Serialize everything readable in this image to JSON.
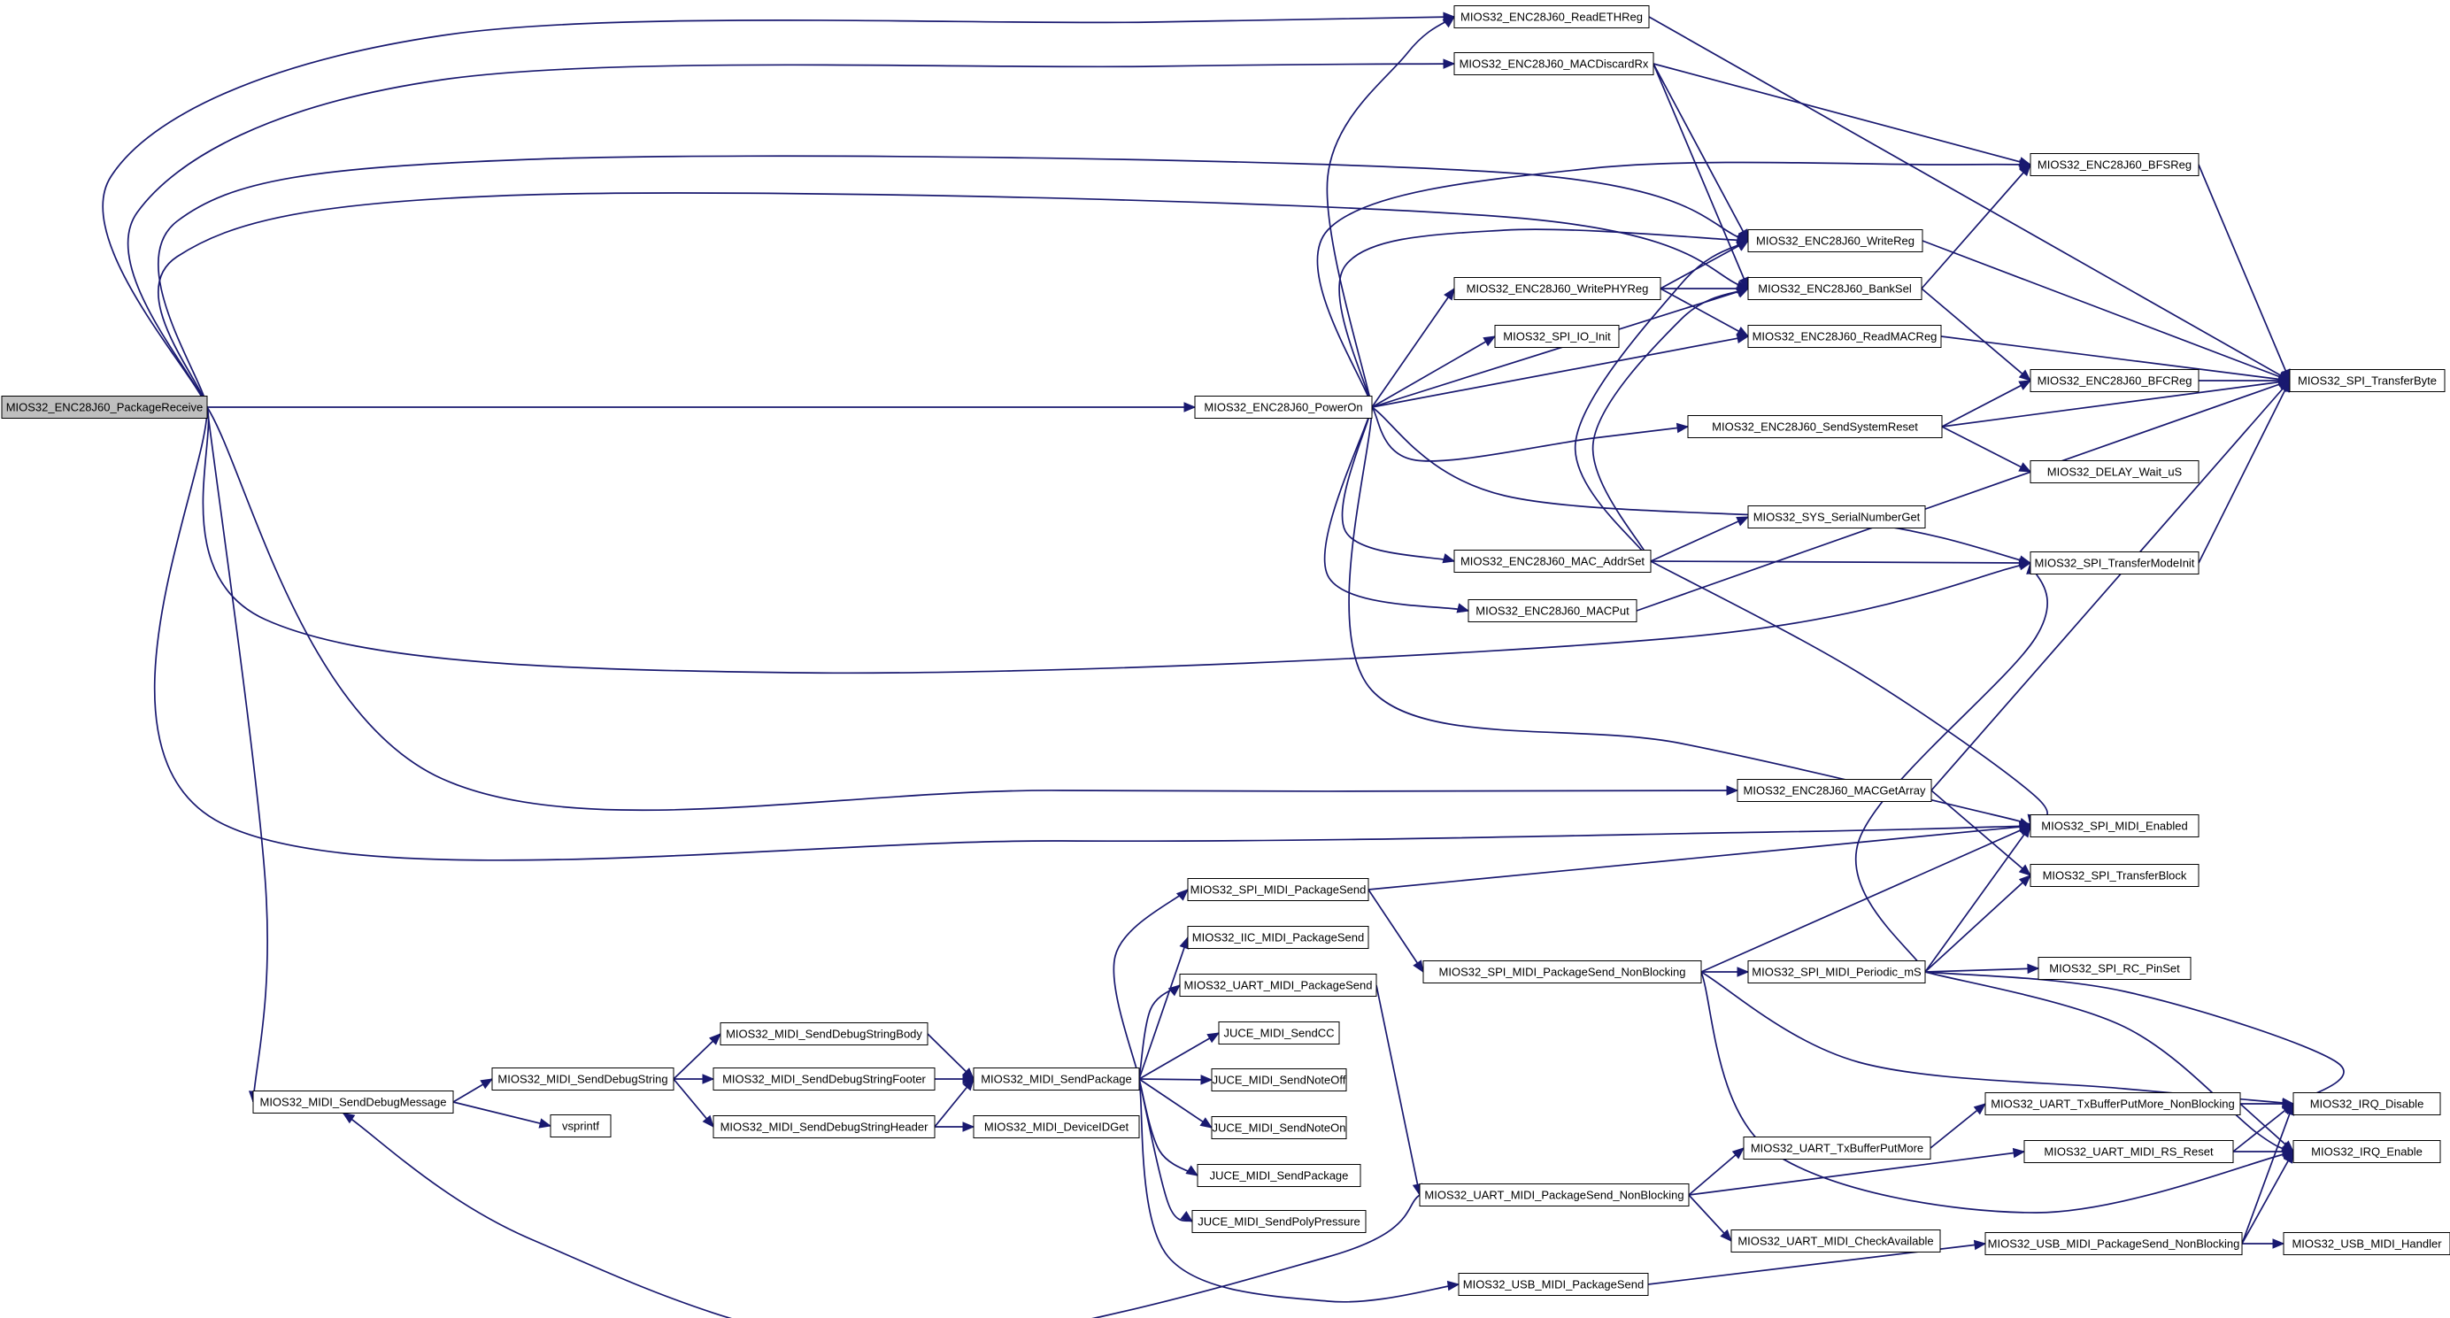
{
  "colors": {
    "edge": "#191970",
    "node_border": "#000000",
    "node_fill": "#ffffff",
    "root_fill": "#bfbfbf"
  },
  "root": "MIOS32_ENC28J60_PackageReceive",
  "nodes": [
    {
      "id": "pkgrecv",
      "label": "MIOS32_ENC28J60_PackageReceive",
      "root": true
    },
    {
      "id": "readeth",
      "label": "MIOS32_ENC28J60_ReadETHReg"
    },
    {
      "id": "discard",
      "label": "MIOS32_ENC28J60_MACDiscardRx"
    },
    {
      "id": "bfsreg",
      "label": "MIOS32_ENC28J60_BFSReg"
    },
    {
      "id": "writereg",
      "label": "MIOS32_ENC28J60_WriteReg"
    },
    {
      "id": "banksel",
      "label": "MIOS32_ENC28J60_BankSel"
    },
    {
      "id": "writephy",
      "label": "MIOS32_ENC28J60_WritePHYReg"
    },
    {
      "id": "spiioinit",
      "label": "MIOS32_SPI_IO_Init"
    },
    {
      "id": "readmac",
      "label": "MIOS32_ENC28J60_ReadMACReg"
    },
    {
      "id": "bfcreg",
      "label": "MIOS32_ENC28J60_BFCReg"
    },
    {
      "id": "transbyte",
      "label": "MIOS32_SPI_TransferByte"
    },
    {
      "id": "poweron",
      "label": "MIOS32_ENC28J60_PowerOn"
    },
    {
      "id": "sysreset",
      "label": "MIOS32_ENC28J60_SendSystemReset"
    },
    {
      "id": "delay",
      "label": "MIOS32_DELAY_Wait_uS"
    },
    {
      "id": "serialnum",
      "label": "MIOS32_SYS_SerialNumberGet"
    },
    {
      "id": "macaddr",
      "label": "MIOS32_ENC28J60_MAC_AddrSet"
    },
    {
      "id": "transmode",
      "label": "MIOS32_SPI_TransferModeInit"
    },
    {
      "id": "macput",
      "label": "MIOS32_ENC28J60_MACPut"
    },
    {
      "id": "macgetarr",
      "label": "MIOS32_ENC28J60_MACGetArray"
    },
    {
      "id": "spimidien",
      "label": "MIOS32_SPI_MIDI_Enabled"
    },
    {
      "id": "transblock",
      "label": "MIOS32_SPI_TransferBlock"
    },
    {
      "id": "spimidisend",
      "label": "MIOS32_SPI_MIDI_PackageSend"
    },
    {
      "id": "iicsend",
      "label": "MIOS32_IIC_MIDI_PackageSend"
    },
    {
      "id": "uartsend",
      "label": "MIOS32_UART_MIDI_PackageSend"
    },
    {
      "id": "spinb",
      "label": "MIOS32_SPI_MIDI_PackageSend_NonBlocking"
    },
    {
      "id": "periodic",
      "label": "MIOS32_SPI_MIDI_Periodic_mS"
    },
    {
      "id": "rcpinset",
      "label": "MIOS32_SPI_RC_PinSet"
    },
    {
      "id": "strbody",
      "label": "MIOS32_MIDI_SendDebugStringBody"
    },
    {
      "id": "jcc",
      "label": "JUCE_MIDI_SendCC"
    },
    {
      "id": "jnoteoff",
      "label": "JUCE_MIDI_SendNoteOff"
    },
    {
      "id": "jnoteon",
      "label": "JUCE_MIDI_SendNoteOn"
    },
    {
      "id": "jpkg",
      "label": "JUCE_MIDI_SendPackage"
    },
    {
      "id": "jpoly",
      "label": "JUCE_MIDI_SendPolyPressure"
    },
    {
      "id": "debugmsg",
      "label": "MIOS32_MIDI_SendDebugMessage"
    },
    {
      "id": "debugstr",
      "label": "MIOS32_MIDI_SendDebugString"
    },
    {
      "id": "strfoot",
      "label": "MIOS32_MIDI_SendDebugStringFooter"
    },
    {
      "id": "sendpkg",
      "label": "MIOS32_MIDI_SendPackage"
    },
    {
      "id": "vsprintf",
      "label": "vsprintf"
    },
    {
      "id": "strhead",
      "label": "MIOS32_MIDI_SendDebugStringHeader"
    },
    {
      "id": "devid",
      "label": "MIOS32_MIDI_DeviceIDGet"
    },
    {
      "id": "irqdis",
      "label": "MIOS32_IRQ_Disable"
    },
    {
      "id": "txmorenb",
      "label": "MIOS32_UART_TxBufferPutMore_NonBlocking"
    },
    {
      "id": "txmore",
      "label": "MIOS32_UART_TxBufferPutMore"
    },
    {
      "id": "rsreset",
      "label": "MIOS32_UART_MIDI_RS_Reset"
    },
    {
      "id": "irqen",
      "label": "MIOS32_IRQ_Enable"
    },
    {
      "id": "uartnb",
      "label": "MIOS32_UART_MIDI_PackageSend_NonBlocking"
    },
    {
      "id": "uartcheck",
      "label": "MIOS32_UART_MIDI_CheckAvailable"
    },
    {
      "id": "usbnb",
      "label": "MIOS32_USB_MIDI_PackageSend_NonBlocking"
    },
    {
      "id": "usbhandler",
      "label": "MIOS32_USB_MIDI_Handler"
    },
    {
      "id": "usbsend",
      "label": "MIOS32_USB_MIDI_PackageSend"
    }
  ],
  "edges": [
    [
      "pkgrecv",
      "readeth"
    ],
    [
      "pkgrecv",
      "discard"
    ],
    [
      "pkgrecv",
      "writereg"
    ],
    [
      "pkgrecv",
      "banksel"
    ],
    [
      "pkgrecv",
      "poweron"
    ],
    [
      "pkgrecv",
      "transmode"
    ],
    [
      "pkgrecv",
      "macgetarr"
    ],
    [
      "pkgrecv",
      "spimidien"
    ],
    [
      "pkgrecv",
      "debugmsg"
    ],
    [
      "readeth",
      "transbyte"
    ],
    [
      "discard",
      "bfsreg"
    ],
    [
      "discard",
      "writereg"
    ],
    [
      "discard",
      "banksel"
    ],
    [
      "bfsreg",
      "transbyte"
    ],
    [
      "writereg",
      "transbyte"
    ],
    [
      "banksel",
      "bfsreg"
    ],
    [
      "banksel",
      "bfcreg"
    ],
    [
      "readmac",
      "transbyte"
    ],
    [
      "bfcreg",
      "transbyte"
    ],
    [
      "writephy",
      "writereg"
    ],
    [
      "writephy",
      "banksel"
    ],
    [
      "writephy",
      "readmac"
    ],
    [
      "poweron",
      "readeth"
    ],
    [
      "poweron",
      "bfsreg"
    ],
    [
      "poweron",
      "writereg"
    ],
    [
      "poweron",
      "writephy"
    ],
    [
      "poweron",
      "spiioinit"
    ],
    [
      "poweron",
      "banksel"
    ],
    [
      "poweron",
      "readmac"
    ],
    [
      "poweron",
      "sysreset"
    ],
    [
      "poweron",
      "transmode"
    ],
    [
      "poweron",
      "macaddr"
    ],
    [
      "poweron",
      "macput"
    ],
    [
      "poweron",
      "spimidien"
    ],
    [
      "sysreset",
      "bfcreg"
    ],
    [
      "sysreset",
      "transbyte"
    ],
    [
      "sysreset",
      "delay"
    ],
    [
      "macaddr",
      "writereg"
    ],
    [
      "macaddr",
      "banksel"
    ],
    [
      "macaddr",
      "serialnum"
    ],
    [
      "macaddr",
      "transmode"
    ],
    [
      "macaddr",
      "spimidien"
    ],
    [
      "transmode",
      "transbyte"
    ],
    [
      "macput",
      "transbyte"
    ],
    [
      "macgetarr",
      "transbyte"
    ],
    [
      "macgetarr",
      "transblock"
    ],
    [
      "spimidisend",
      "spimidien"
    ],
    [
      "spimidisend",
      "spinb"
    ],
    [
      "uartsend",
      "uartnb"
    ],
    [
      "spinb",
      "spimidien"
    ],
    [
      "spinb",
      "periodic"
    ],
    [
      "spinb",
      "irqdis"
    ],
    [
      "spinb",
      "irqen"
    ],
    [
      "periodic",
      "spimidien"
    ],
    [
      "periodic",
      "transblock"
    ],
    [
      "periodic",
      "transmode"
    ],
    [
      "periodic",
      "rcpinset"
    ],
    [
      "periodic",
      "irqdis"
    ],
    [
      "periodic",
      "irqen"
    ],
    [
      "debugmsg",
      "debugstr"
    ],
    [
      "debugmsg",
      "vsprintf"
    ],
    [
      "debugstr",
      "strbody"
    ],
    [
      "debugstr",
      "strfoot"
    ],
    [
      "debugstr",
      "strhead"
    ],
    [
      "strbody",
      "sendpkg"
    ],
    [
      "strfoot",
      "sendpkg"
    ],
    [
      "strhead",
      "sendpkg"
    ],
    [
      "strhead",
      "devid"
    ],
    [
      "sendpkg",
      "spimidisend"
    ],
    [
      "sendpkg",
      "iicsend"
    ],
    [
      "sendpkg",
      "uartsend"
    ],
    [
      "sendpkg",
      "jcc"
    ],
    [
      "sendpkg",
      "jnoteoff"
    ],
    [
      "sendpkg",
      "jnoteon"
    ],
    [
      "sendpkg",
      "jpkg"
    ],
    [
      "sendpkg",
      "jpoly"
    ],
    [
      "sendpkg",
      "usbsend"
    ],
    [
      "uartnb",
      "debugmsg"
    ],
    [
      "uartnb",
      "txmore"
    ],
    [
      "uartnb",
      "rsreset"
    ],
    [
      "uartnb",
      "uartcheck"
    ],
    [
      "txmore",
      "txmorenb"
    ],
    [
      "txmorenb",
      "irqdis"
    ],
    [
      "txmorenb",
      "irqen"
    ],
    [
      "rsreset",
      "irqdis"
    ],
    [
      "rsreset",
      "irqen"
    ],
    [
      "usbsend",
      "usbnb"
    ],
    [
      "usbnb",
      "irqdis"
    ],
    [
      "usbnb",
      "irqen"
    ],
    [
      "usbnb",
      "usbhandler"
    ]
  ]
}
